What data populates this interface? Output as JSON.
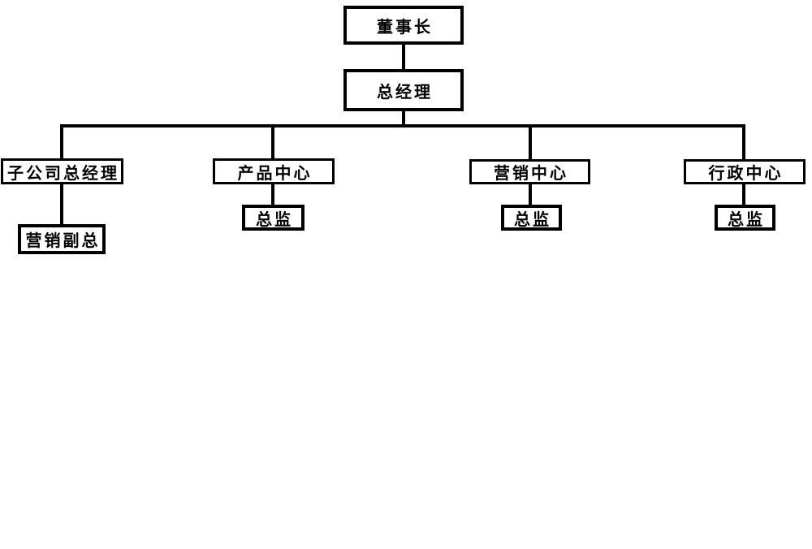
{
  "org_chart": {
    "type": "organization-chart",
    "nodes": {
      "chairman": {
        "label": "董事长"
      },
      "general_manager": {
        "label": "总经理"
      },
      "subsidiary_gm": {
        "label": "子公司总经理"
      },
      "product_center": {
        "label": "产品中心"
      },
      "marketing_center": {
        "label": "营销中心"
      },
      "admin_center": {
        "label": "行政中心"
      },
      "marketing_vp": {
        "label": "营销副总"
      },
      "product_director": {
        "label": "总监"
      },
      "marketing_director": {
        "label": "总监"
      },
      "admin_director": {
        "label": "总监"
      }
    },
    "edges": [
      {
        "from": "chairman",
        "to": "general_manager"
      },
      {
        "from": "general_manager",
        "to": "subsidiary_gm"
      },
      {
        "from": "general_manager",
        "to": "product_center"
      },
      {
        "from": "general_manager",
        "to": "marketing_center"
      },
      {
        "from": "general_manager",
        "to": "admin_center"
      },
      {
        "from": "subsidiary_gm",
        "to": "marketing_vp"
      },
      {
        "from": "product_center",
        "to": "product_director"
      },
      {
        "from": "marketing_center",
        "to": "marketing_director"
      },
      {
        "from": "admin_center",
        "to": "admin_director"
      }
    ],
    "colors": {
      "background": "#ffffff",
      "border": "#000000",
      "line": "#000000",
      "text": "#000000"
    }
  }
}
